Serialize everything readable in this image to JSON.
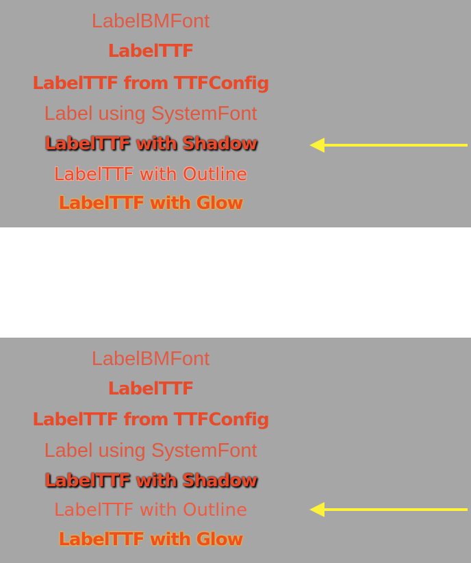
{
  "panels": [
    {
      "labels": {
        "bmfont": "LabelBMFont",
        "ttf": "LabelTTF",
        "ttf_config": "LabelTTF from TTFConfig",
        "system_font": "Label using SystemFont",
        "shadow": "LabelTTF with Shadow",
        "outline": "LabelTTF with Outline",
        "glow": "LabelTTF with Glow"
      }
    },
    {
      "labels": {
        "bmfont": "LabelBMFont",
        "ttf": "LabelTTF",
        "ttf_config": "LabelTTF from TTFConfig",
        "system_font": "Label using SystemFont",
        "shadow": "LabelTTF with Shadow",
        "outline": "LabelTTF with Outline",
        "glow": "LabelTTF with Glow"
      }
    }
  ],
  "colors": {
    "background": "#a6a6a6",
    "label_red": "#e84a2a",
    "arrow_yellow": "#fff23a"
  }
}
